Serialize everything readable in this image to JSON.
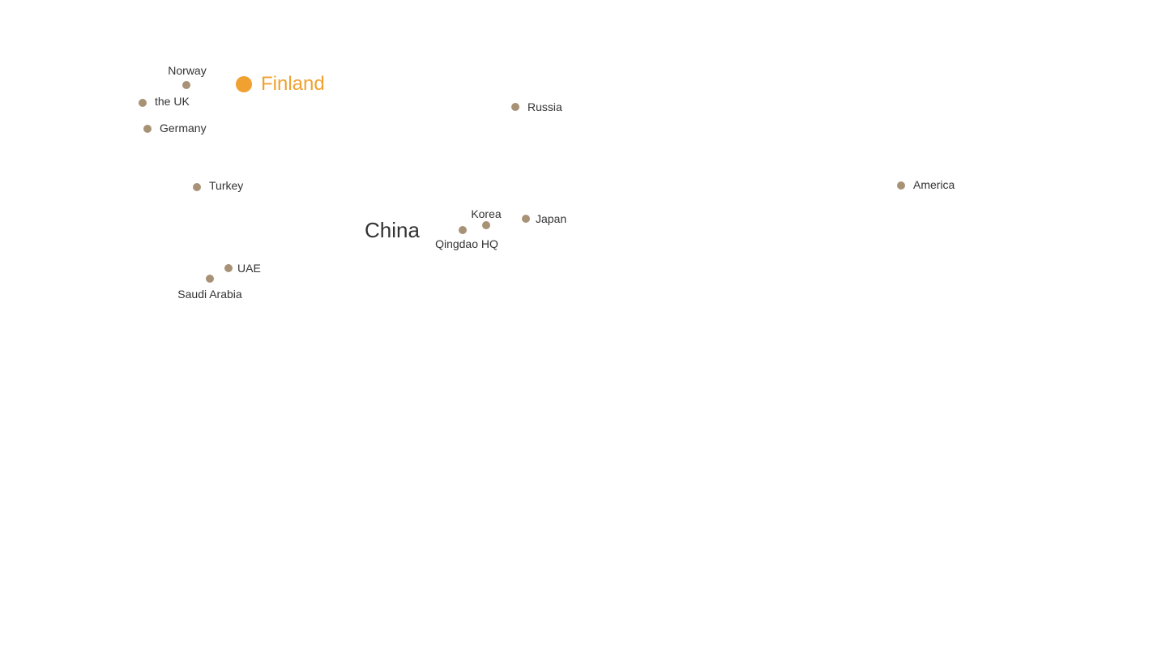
{
  "map": {
    "region_label": "China",
    "marker_color": "#a89276",
    "highlight_color": "#f0a132",
    "text_color": "#333333",
    "locations": [
      {
        "id": "norway",
        "label": "Norway",
        "highlighted": false
      },
      {
        "id": "finland",
        "label": "Finland",
        "highlighted": true
      },
      {
        "id": "the-uk",
        "label": "the UK",
        "highlighted": false
      },
      {
        "id": "germany",
        "label": "Germany",
        "highlighted": false
      },
      {
        "id": "russia",
        "label": "Russia",
        "highlighted": false
      },
      {
        "id": "turkey",
        "label": "Turkey",
        "highlighted": false
      },
      {
        "id": "america",
        "label": "America",
        "highlighted": false
      },
      {
        "id": "korea",
        "label": "Korea",
        "highlighted": false
      },
      {
        "id": "japan",
        "label": "Japan",
        "highlighted": false
      },
      {
        "id": "qingdao-hq",
        "label": "Qingdao HQ",
        "highlighted": false
      },
      {
        "id": "uae",
        "label": "UAE",
        "highlighted": false
      },
      {
        "id": "saudi-arabia",
        "label": "Saudi Arabia",
        "highlighted": false
      }
    ]
  }
}
